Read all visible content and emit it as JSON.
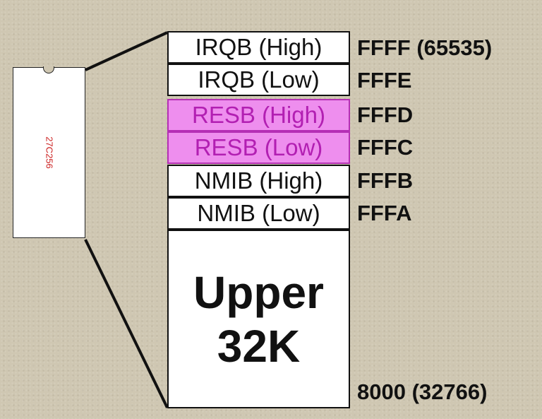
{
  "chip": {
    "label": "27C256"
  },
  "rows": [
    {
      "label": "IRQB (High)",
      "address": "FFFF (65535)",
      "highlighted": false
    },
    {
      "label": "IRQB (Low)",
      "address": "FFFE",
      "highlighted": false
    },
    {
      "label": "RESB (High)",
      "address": "FFFD",
      "highlighted": true
    },
    {
      "label": "RESB (Low)",
      "address": "FFFC",
      "highlighted": true
    },
    {
      "label": "NMIB (High)",
      "address": "FFFB",
      "highlighted": false
    },
    {
      "label": "NMIB (Low)",
      "address": "FFFA",
      "highlighted": false
    }
  ],
  "upper_block": {
    "line1": "Upper",
    "line2": "32K",
    "address": "8000 (32766)"
  },
  "colors": {
    "highlight_fill": "#ee8eee",
    "highlight_text": "#b21fb2",
    "chip_label": "#cc2222"
  }
}
